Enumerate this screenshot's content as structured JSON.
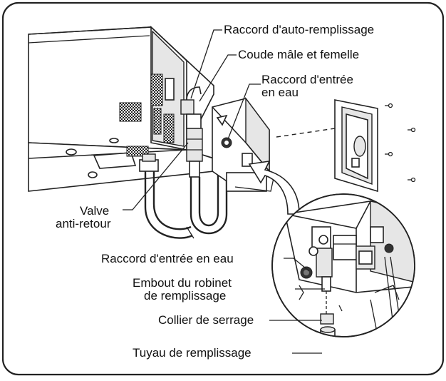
{
  "labels": {
    "auto_fill_fitting": "Raccord d'auto-remplissage",
    "elbow": "Coude mâle et femelle",
    "water_inlet_top_line1": "Raccord d'entrée",
    "water_inlet_top_line2": "en eau",
    "check_valve_line1": "Valve",
    "check_valve_line2": "anti-retour",
    "water_inlet_detail": "Raccord d'entrée en eau",
    "fill_valve_tip_line1": "Embout du robinet",
    "fill_valve_tip_line2": "de remplissage",
    "hose_clamp": "Collier de serrage",
    "fill_hose": "Tuyau de remplissage"
  },
  "colors": {
    "line": "#222222",
    "background": "#ffffff",
    "shade": "#e6e6e6",
    "dark_shade": "#bdbdbd"
  }
}
